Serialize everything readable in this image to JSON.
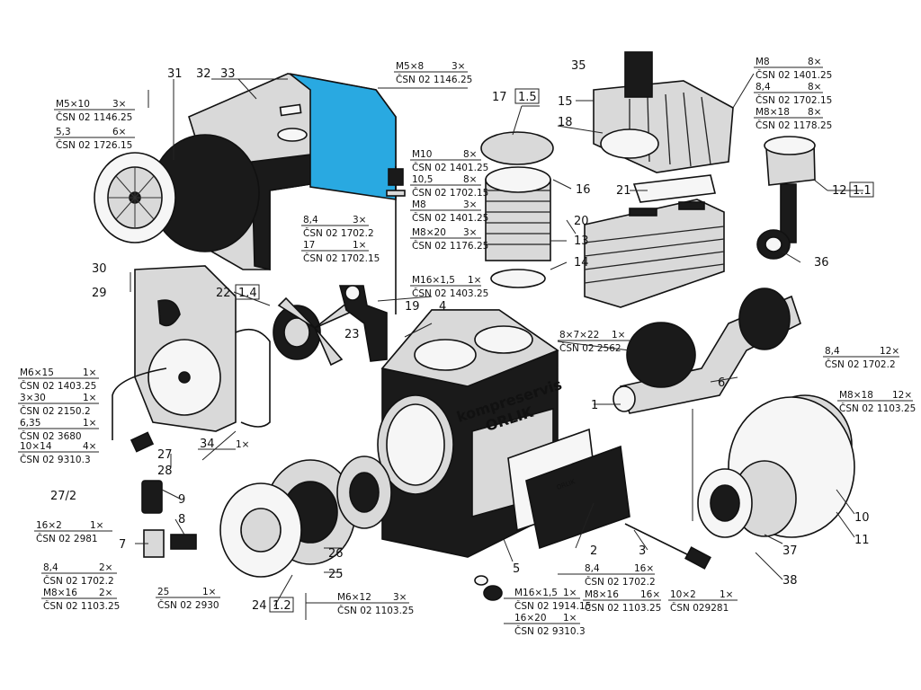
{
  "brand": {
    "line1": "kompreservis",
    "line2": "ORLIK",
    "plate_text": "ORLIK"
  },
  "highlight_color": "#29a9e1",
  "callouts": {
    "p1": "1",
    "p2": "2",
    "p3": "3",
    "p4": "4",
    "p5": "5",
    "p6": "6",
    "p7": "7",
    "p8": "8",
    "p9": "9",
    "p10": "10",
    "p11": "11",
    "p12": "12",
    "p12b": "1.1",
    "p13": "13",
    "p14": "14",
    "p15": "15",
    "p16": "16",
    "p17": "17",
    "p17b": "1.5",
    "p18": "18",
    "p19": "19",
    "p20": "20",
    "p21": "21",
    "p22": "22",
    "p22b": "1.4",
    "p23": "23",
    "p24": "24",
    "p24b": "1.2",
    "p25": "25",
    "p26": "26",
    "p27": "27",
    "p272": "27/2",
    "p28": "28",
    "p29": "29",
    "p30": "30",
    "p31": "31",
    "p32": "32",
    "p33": "33",
    "p34": "34",
    "p35": "35",
    "p36": "36",
    "p37": "37",
    "p38": "38"
  },
  "specs": {
    "s_m5x10": "M5×10",
    "s_m5x10q": "3×",
    "s_m5x10n": "ČSN 02 1146.25",
    "s_53": "5,3",
    "s_53q": "6×",
    "s_53n": "ČSN 02 1726.15",
    "s_m5x8": "M5×8",
    "s_m5x8q": "3×",
    "s_m5x8n": "ČSN 02 1146.25",
    "s_m8a": "M8",
    "s_m8aq": "8×",
    "s_m8an": "ČSN 02 1401.25",
    "s_84a": "8,4",
    "s_84aq": "8×",
    "s_84an": "ČSN 02 1702.15",
    "s_m8x18a": "M8×18",
    "s_m8x18aq": "8×",
    "s_m8x18an": "ČSN 02 1178.25",
    "s_m10": "M10",
    "s_m10q": "8×",
    "s_m10n": "ČSN 02 1401.25",
    "s_105": "10,5",
    "s_105q": "8×",
    "s_105n": "ČSN 02 1702.15",
    "s_m8b": "M8",
    "s_m8bq": "3×",
    "s_m8bn": "ČSN 02 1401.25",
    "s_84b": "8,4",
    "s_84bq": "3×",
    "s_84bn": "ČSN 02 1702.2",
    "s_m8x20": "M8×20",
    "s_m8x20q": "3×",
    "s_m8x20n": "ČSN 02 1176.25",
    "s_17": "17",
    "s_17q": "1×",
    "s_17n": "ČSN 02 1702.15",
    "s_m16a": "M16×1,5",
    "s_m16aq": "1×",
    "s_m16an": "ČSN 02 1403.25",
    "s_8722": "8×7×22",
    "s_8722q": "1×",
    "s_8722n": "ČSN 02 2562",
    "s_84c": "8,4",
    "s_84cq": "12×",
    "s_84cn": "ČSN 02 1702.2",
    "s_m8x18b": "M8×18",
    "s_m8x18bq": "12×",
    "s_m8x18bn": "ČSN 02 1103.25",
    "s_m6x15": "M6×15",
    "s_m6x15q": "1×",
    "s_m6x15n": "ČSN 02 1403.25",
    "s_330": "3×30",
    "s_330q": "1×",
    "s_330n": "ČSN 02 2150.2",
    "s_635": "6,35",
    "s_635q": "1×",
    "s_635n": "ČSN 02 3680",
    "s_1014": "10×14",
    "s_1014q": "4×",
    "s_1014n": "ČSN 02 9310.3",
    "s_162": "16×2",
    "s_162q": "1×",
    "s_162n": "ČSN 02 2981",
    "s_84d": "8,4",
    "s_84dq": "2×",
    "s_84dn": "ČSN 02 1702.2",
    "s_m8x16a": "M8×16",
    "s_m8x16aq": "2×",
    "s_m8x16an": "ČSN 02 1103.25",
    "s_25": "25",
    "s_25q": "1×",
    "s_25n": "ČSN 02 2930",
    "s_m6x12": "M6×12",
    "s_m6x12q": "3×",
    "s_m6x12n": "ČSN 02 1103.25",
    "s_m16b": "M16×1,5",
    "s_m16bq": "1×",
    "s_m16bn": "ČSN 02 1914.15",
    "s_1620": "16×20",
    "s_1620q": "1×",
    "s_1620n": "ČSN 02 9310.3",
    "s_84e": "8,4",
    "s_84eq": "16×",
    "s_84en": "ČSN 02 1702.2",
    "s_m8x16b": "M8×16",
    "s_m8x16bq": "16×",
    "s_m8x16bn": "ČSN 02 1103.25",
    "s_102": "10×2",
    "s_102q": "1×",
    "s_102n": "ČSN 029281",
    "s_34q": "1×"
  }
}
